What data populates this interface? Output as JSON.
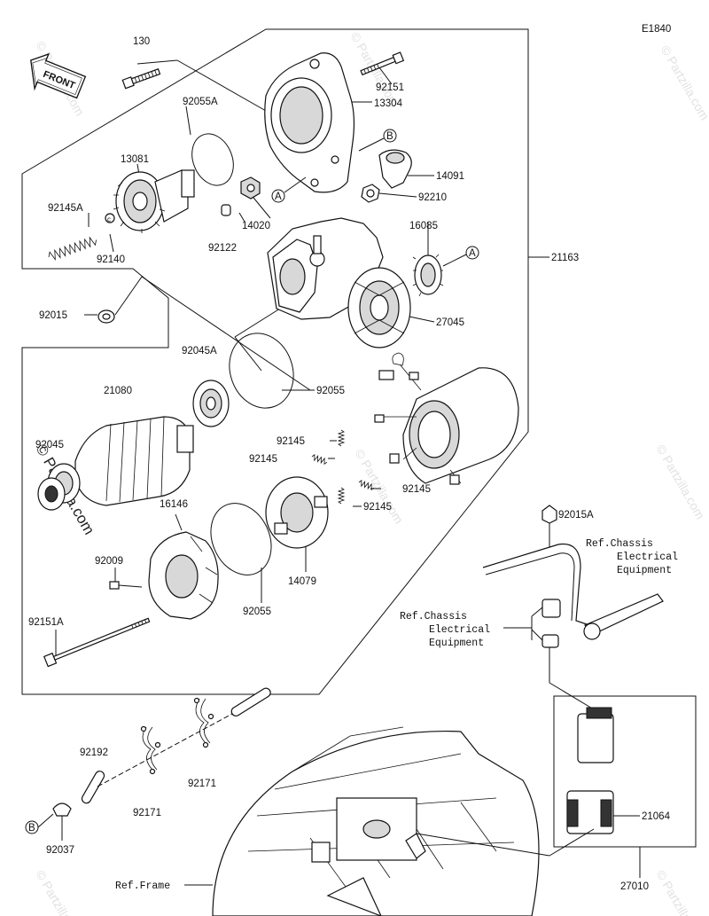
{
  "diagram_code": "E1840",
  "front_label": "FRONT",
  "watermark": "© Partzilla.com",
  "ref_labels": {
    "chassis_1": [
      "Ref.Chassis",
      "Electrical",
      "Equipment"
    ],
    "chassis_2": [
      "Ref.Chassis",
      "Electrical",
      "Equipment"
    ],
    "frame": "Ref.Frame"
  },
  "callouts": {
    "a": "A",
    "b": "B"
  },
  "parts": [
    {
      "id": "130",
      "label": "130"
    },
    {
      "id": "92151",
      "label": "92151"
    },
    {
      "id": "13304",
      "label": "13304"
    },
    {
      "id": "92055A",
      "label": "92055A"
    },
    {
      "id": "13081",
      "label": "13081"
    },
    {
      "id": "14091",
      "label": "14091"
    },
    {
      "id": "92210",
      "label": "92210"
    },
    {
      "id": "14020",
      "label": "14020"
    },
    {
      "id": "92145A",
      "label": "92145A"
    },
    {
      "id": "92122",
      "label": "92122"
    },
    {
      "id": "16085",
      "label": "16085"
    },
    {
      "id": "92140",
      "label": "92140"
    },
    {
      "id": "21163",
      "label": "21163"
    },
    {
      "id": "92015",
      "label": "92015"
    },
    {
      "id": "27045",
      "label": "27045"
    },
    {
      "id": "92045A",
      "label": "92045A"
    },
    {
      "id": "21080",
      "label": "21080"
    },
    {
      "id": "92055_upper",
      "label": "92055"
    },
    {
      "id": "92045",
      "label": "92045"
    },
    {
      "id": "92145_a",
      "label": "92145"
    },
    {
      "id": "92145_b",
      "label": "92145"
    },
    {
      "id": "92145_c",
      "label": "92145"
    },
    {
      "id": "92145_d",
      "label": "92145"
    },
    {
      "id": "16146",
      "label": "16146"
    },
    {
      "id": "92015A",
      "label": "92015A"
    },
    {
      "id": "92009",
      "label": "92009"
    },
    {
      "id": "14079",
      "label": "14079"
    },
    {
      "id": "92055_lower",
      "label": "92055"
    },
    {
      "id": "92151A",
      "label": "92151A"
    },
    {
      "id": "92192",
      "label": "92192"
    },
    {
      "id": "92171_a",
      "label": "92171"
    },
    {
      "id": "92171_b",
      "label": "92171"
    },
    {
      "id": "21064",
      "label": "21064"
    },
    {
      "id": "92037",
      "label": "92037"
    },
    {
      "id": "27010",
      "label": "27010"
    }
  ]
}
